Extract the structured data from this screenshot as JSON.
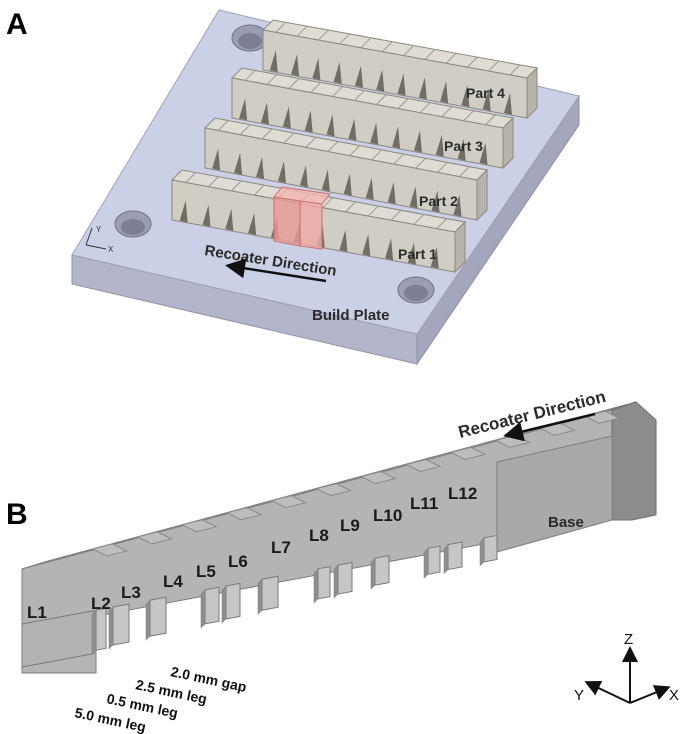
{
  "panel_a": {
    "letter": "A",
    "parts": [
      "Part 4",
      "Part 3",
      "Part 2",
      "Part 1"
    ],
    "recoater": "Recoater Direction",
    "build_plate": "Build Plate",
    "axes": {
      "y": "Y",
      "x": "X"
    },
    "colors": {
      "plate_top": "#c9cce4",
      "plate_side": "#b0b3c8",
      "part": "#cfcdc4",
      "highlight": "#e89a96"
    }
  },
  "panel_b": {
    "letter": "B",
    "recoater": "Recoater Direction",
    "base": "Base",
    "layers": [
      "L1",
      "L2",
      "L3",
      "L4",
      "L5",
      "L6",
      "L7",
      "L8",
      "L9",
      "L10",
      "L11",
      "L12"
    ],
    "dims": [
      "2.0 mm gap",
      "2.5 mm leg",
      "0.5 mm leg",
      "5.0 mm leg"
    ],
    "axes": {
      "z": "Z",
      "y": "Y",
      "x": "X"
    },
    "colors": {
      "part_front": "#b3b3b3",
      "part_top": "#9f9f9f",
      "part_end": "#8a8a8a"
    }
  }
}
